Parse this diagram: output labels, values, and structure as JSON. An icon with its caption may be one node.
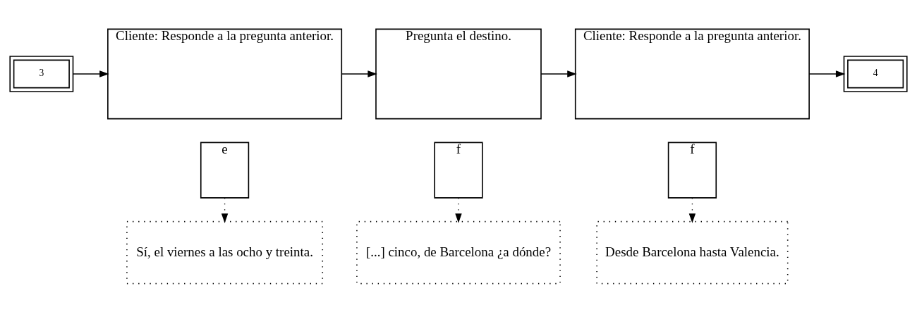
{
  "diagram": {
    "nodes": [
      {
        "text": [
          "3"
        ]
      },
      {
        "text": [
          "Cliente: Responde a la pregunta anterior."
        ]
      },
      {
        "text": [
          "e"
        ]
      },
      {
        "text": [
          "Sí, el viernes a las ocho y treinta."
        ]
      },
      {
        "text": [
          "Pregunta el destino."
        ]
      },
      {
        "text": [
          "f"
        ]
      },
      {
        "text": [
          "[...] cinco, de Barcelona ¿a dónde?"
        ]
      },
      {
        "text": [
          "Cliente: Responde a la pregunta anterior."
        ]
      },
      {
        "text": [
          "f"
        ]
      },
      {
        "text": [
          "Desde Barcelona hasta Valencia."
        ]
      },
      {
        "text": [
          "4"
        ]
      }
    ],
    "edges": [
      {
        "from": 0,
        "to": 1,
        "arrow": "to"
      },
      {
        "from": 1,
        "to": 4,
        "arrow": "to"
      },
      {
        "from": 4,
        "to": 7,
        "arrow": "to"
      },
      {
        "from": 7,
        "to": 10,
        "arrow": "to"
      },
      {
        "from": 2,
        "to": 3,
        "arrow": "to",
        "style": "dashed"
      },
      {
        "from": 5,
        "to": 6,
        "arrow": "to",
        "style": "dashed"
      },
      {
        "from": 8,
        "to": 9,
        "arrow": "to",
        "style": "dashed"
      }
    ]
  }
}
